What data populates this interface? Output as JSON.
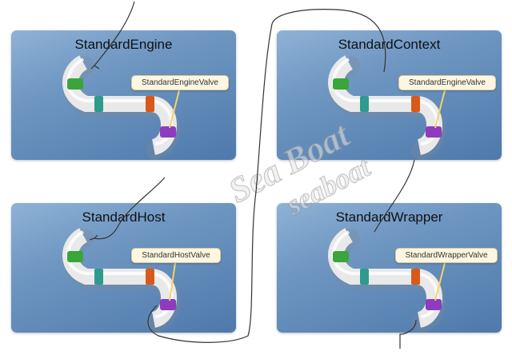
{
  "panels": {
    "engine": {
      "title": "StandardEngine",
      "valve": "StandardEngineValve"
    },
    "context": {
      "title": "StandardContext",
      "valve": "StandardEngineValve"
    },
    "host": {
      "title": "StandardHost",
      "valve": "StandardHostValve"
    },
    "wrapper": {
      "title": "StandardWrapper",
      "valve": "StandardWrapperValve"
    }
  },
  "watermark": {
    "line1": "Sea Boat",
    "line2": "seaboat"
  },
  "colors": {
    "panel": "#6f97c2",
    "pipe": "#e9e9e9",
    "green_ring": "#3aa53a",
    "teal_ring": "#2f9a8e",
    "orange_ring": "#d9591b",
    "purple_ring": "#8e3bbd",
    "label_bg": "#fdf6e0",
    "flow_line": "#333333"
  }
}
